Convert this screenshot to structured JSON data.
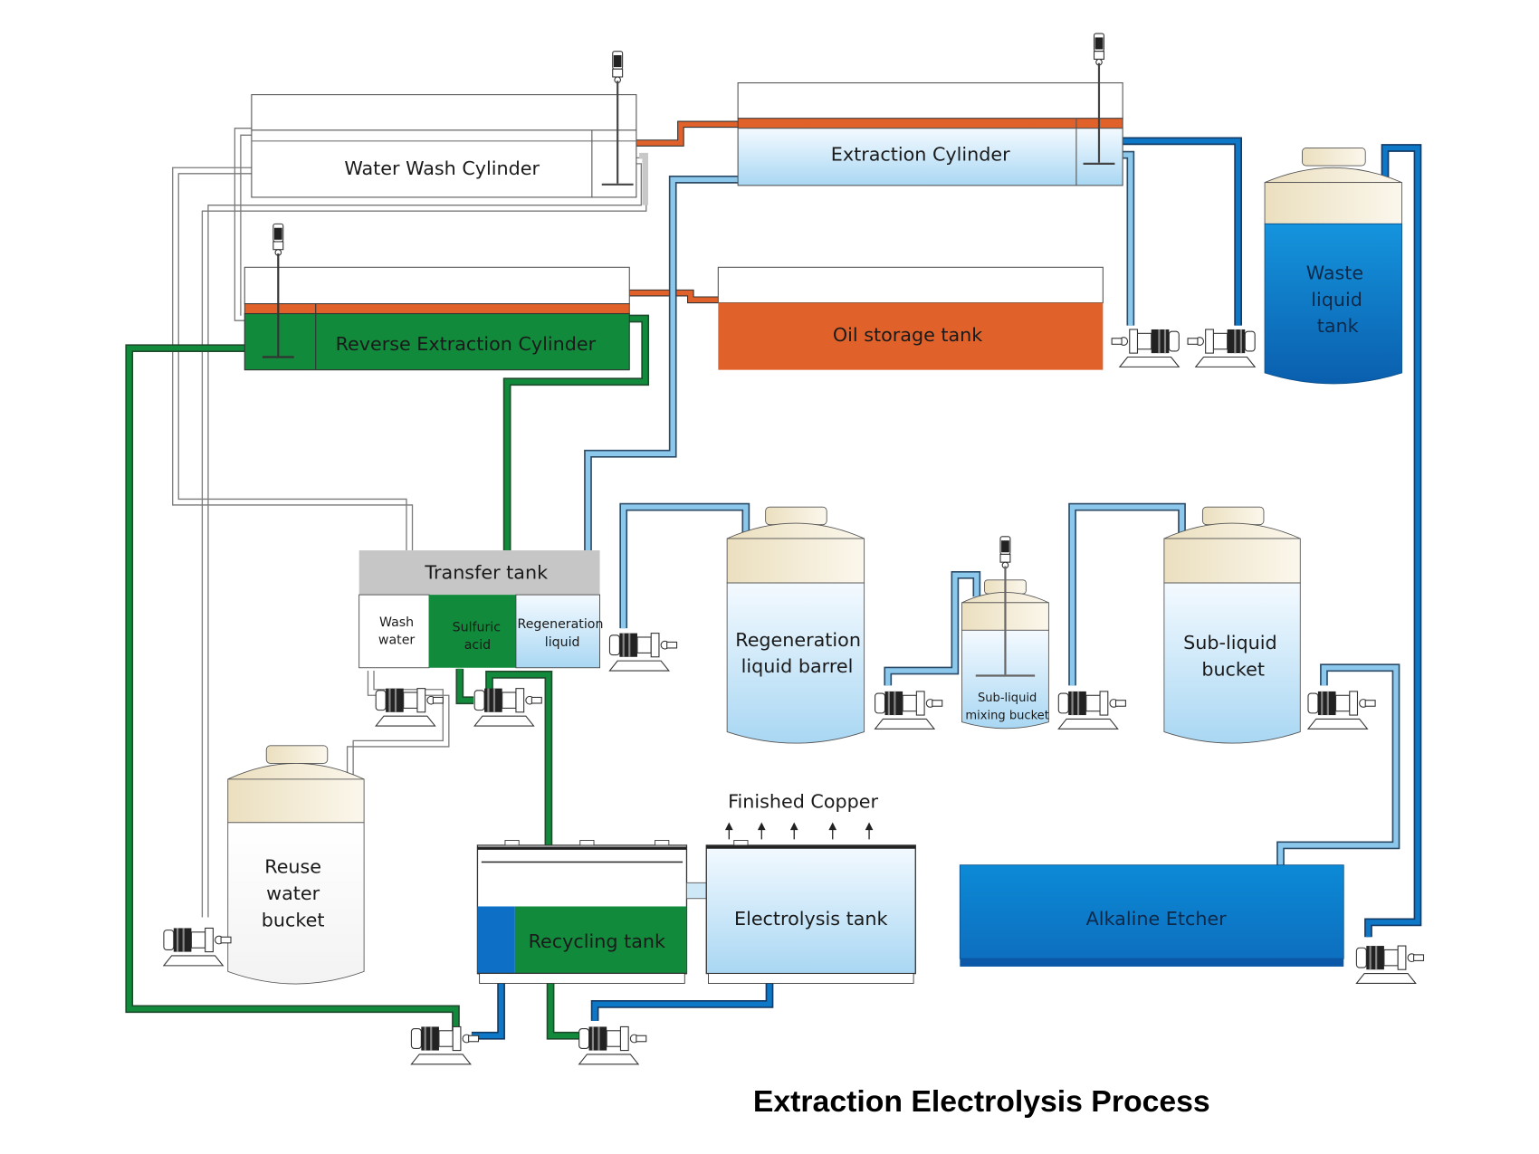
{
  "title": "Extraction Electrolysis Process",
  "equipment": {
    "water_wash_cylinder": "Water Wash Cylinder",
    "extraction_cylinder": "Extraction Cylinder",
    "reverse_extraction_cylinder": "Reverse Extraction Cylinder",
    "oil_storage_tank": "Oil storage tank",
    "waste_liquid_tank": [
      "Waste",
      "liquid",
      "tank"
    ],
    "transfer_tank": {
      "label": "Transfer tank",
      "compartments": [
        {
          "label": [
            "Wash",
            "water"
          ]
        },
        {
          "label": [
            "Sulfuric",
            "acid"
          ]
        },
        {
          "label": [
            "Regeneration",
            "liquid"
          ]
        }
      ]
    },
    "regeneration_liquid_barrel": [
      "Regeneration",
      "liquid barrel"
    ],
    "sub_liquid_mixing_bucket": [
      "Sub-liquid",
      "mixing bucket"
    ],
    "sub_liquid_bucket": [
      "Sub-liquid",
      "bucket"
    ],
    "reuse_water_bucket": [
      "Reuse",
      "water",
      "bucket"
    ],
    "recycling_tank": "Recycling tank",
    "electrolysis_tank": "Electrolysis tank",
    "finished_copper": "Finished Copper",
    "alkaline_etcher": "Alkaline Etcher"
  },
  "colors": {
    "organic_orange": "#e0622a",
    "acid_green": "#128a3c",
    "regen_light_blue": "#8cc8ec",
    "etchant_blue": "#0e78c8",
    "wash_gray": "#c8c8c8",
    "tank_cap_beige": "#efe4c6",
    "transfer_header_gray": "#c6c6c6"
  }
}
